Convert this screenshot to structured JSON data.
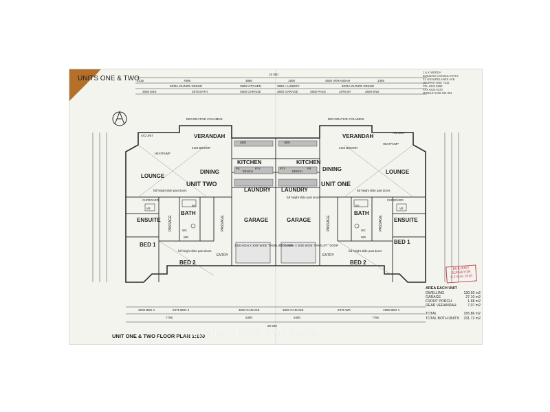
{
  "corner_label": "UNITS ONE & TWO",
  "title_block": {
    "lines": [
      "J & K WEEDA",
      "BUILDING CONSULTANTS",
      "31 LEISURELANES AVE",
      "ULVERSTONE 7315",
      "TEL 6425 5868",
      "FAX 6425 5320",
      "MOBILE 0438 232 861"
    ]
  },
  "top_dimensions": {
    "overall": "15 000",
    "row1": [
      "1416",
      "7895",
      "3880",
      "1500",
      "4500 VERANDAH",
      "1355"
    ],
    "row2": [
      "5035 LOUNGE DINING",
      "3890 KITCHEN",
      "3890 LAUNDRY",
      "5035 LOUNGE DINING"
    ],
    "row3": [
      "2600 ENS",
      "2875 BATH",
      "3600 GARAGE",
      "3600 GARAGE",
      "2600 PASS",
      "1875 BA",
      "2600 ENS"
    ]
  },
  "rooms": {
    "verandah_left": "VERANDAH",
    "verandah_right": "VERANDAH",
    "decorative_columns": "DECORATIVE COLUMNS",
    "kitchen_left": "KITCHEN",
    "kitchen_right": "KITCHEN",
    "lounge_left": "LOUNGE",
    "lounge_right": "LOUNGE",
    "dining_left": "DINING",
    "dining_right": "DINING",
    "unit_two": "UNIT TWO",
    "unit_one": "UNIT ONE",
    "laundry_left": "LAUNDRY",
    "laundry_right": "LAUNDRY",
    "garage_left": "GARAGE",
    "garage_right": "GARAGE",
    "ensuite_left": "ENSUITE",
    "ensuite_right": "ENSUITE",
    "bath_left": "BATH",
    "bath_right": "BATH",
    "passage_1": "PASSAGE",
    "passage_2": "PASSAGE",
    "passage_3": "PASSAGE",
    "passage_4": "PASSAGE",
    "bed1_left": "BED 1",
    "bed1_right": "BED 1",
    "bed2_left": "BED 2",
    "bed2_right": "BED 2",
    "entry_left": "ENTRY",
    "entry_right": "ENTRY",
    "cupboard_left": "CUPBOARD",
    "cupboard_right": "CUPBOARD"
  },
  "notes": {
    "ac_unit": "A/C UNIT",
    "heatpump": "HEATPUMP",
    "bench": "BENCH",
    "full_height_slide": "full height slide past doors",
    "garage_door": "3300 HIGH X 3000 WIDE \"PANELIFT\" DOOR",
    "slider_door": "2124 B/DOOR",
    "pty": "PTY",
    "fr": "FR",
    "ubo": "UBO",
    "wc": "WC",
    "wr": "WR",
    "ba": "BA",
    "vb": "VB"
  },
  "bottom_dimensions": {
    "row1": [
      "3200 BED 1",
      "2375 BED 2",
      "3600 GARAGE",
      "3600 GARAGE",
      "2375 WR",
      "1950 BED 1"
    ],
    "row2": [
      "7795",
      "5390",
      "5390",
      "7795"
    ],
    "overall": "26 600"
  },
  "area_table": {
    "heading": "AREA EACH UNIT",
    "rows": [
      {
        "label": "DWELLING",
        "value": "130.02 m2"
      },
      {
        "label": "GARAGE",
        "value": "27.10 m2"
      },
      {
        "label": "FRONT PORCH",
        "value": "1.68 m2"
      },
      {
        "label": "REAR VERANDAH",
        "value": "7.07 m2"
      }
    ],
    "total_label": "TOTAL",
    "total_value": "165.86 m2",
    "total_both_label": "TOTAL BOTH UNITS",
    "total_both_value": "331.72 m2"
  },
  "stamp": {
    "line1": "BUILDING",
    "line2": "SURVEYOR",
    "line3": "0 2 AUG 2010"
  },
  "plan_title": "UNIT ONE & TWO FLOOR PLAN 1:100",
  "watermark": "Copyright B&H Real Estate"
}
